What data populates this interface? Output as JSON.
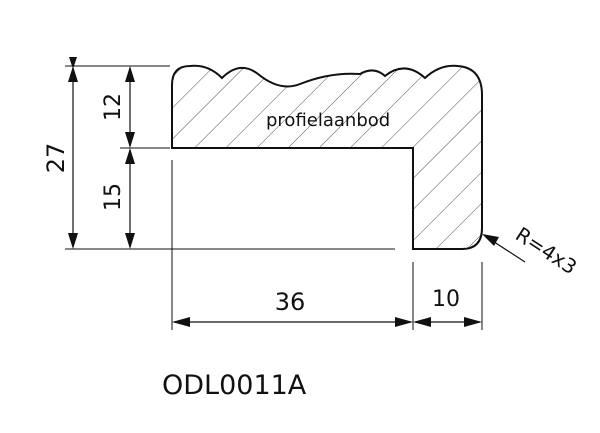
{
  "drawing": {
    "watermark": "profielaanbod",
    "product_code": "ODL0011A",
    "radius_note": "R=4x3",
    "dimensions": {
      "total_height": "27",
      "upper_height": "12",
      "lower_height": "15",
      "rebate_width": "36",
      "lip_width": "10"
    }
  },
  "colors": {
    "line": "#111111",
    "hatch": "#555555",
    "background": "#ffffff"
  }
}
